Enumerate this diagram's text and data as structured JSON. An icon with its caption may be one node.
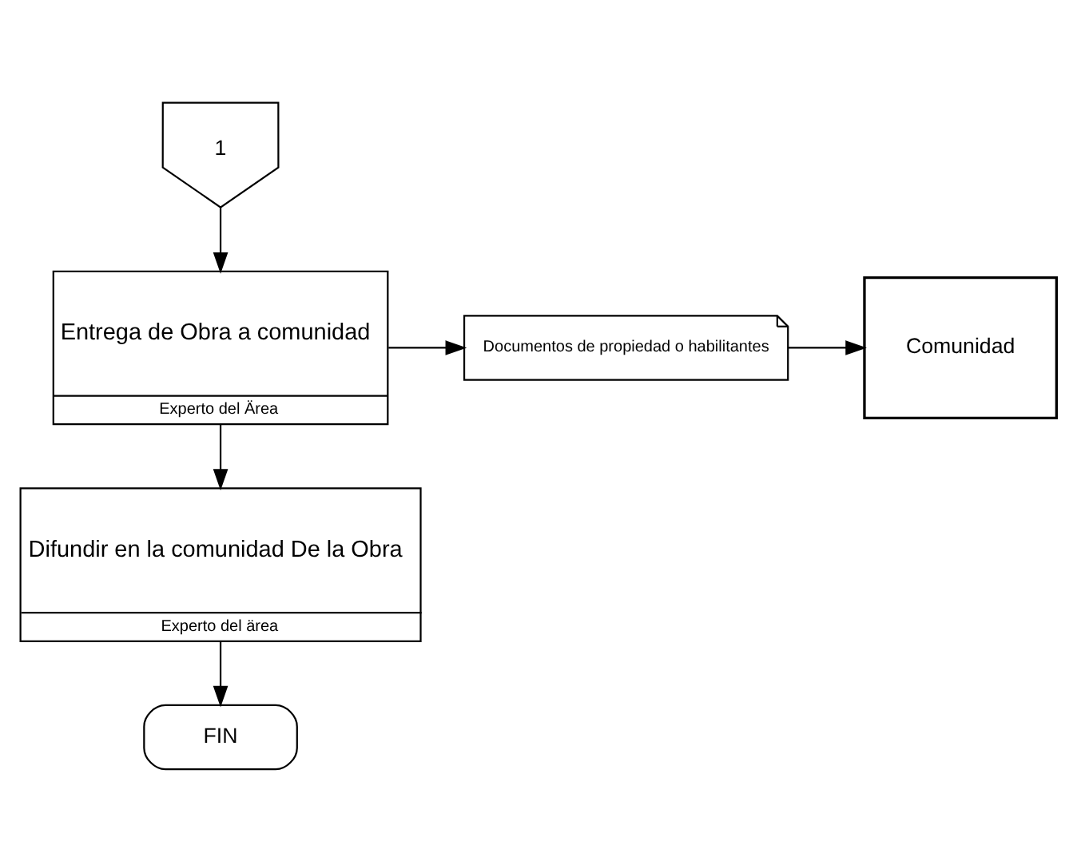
{
  "diagram": {
    "nodes": [
      {
        "text": [
          "1"
        ]
      },
      {
        "text": [
          "Entrega de Obra a comunidad",
          "Experto del Ärea"
        ]
      },
      {
        "text": [
          "Documentos de propiedad o habilitantes"
        ]
      },
      {
        "text": [
          "Comunidad"
        ]
      },
      {
        "text": [
          "Difundir en la comunidad De la Obra",
          "Experto del ärea"
        ]
      },
      {
        "text": [
          "FIN"
        ]
      }
    ],
    "edges": [
      {
        "from": 0,
        "to": 1,
        "arrow": "to"
      },
      {
        "from": 1,
        "to": 2,
        "arrow": "to"
      },
      {
        "from": 2,
        "to": 3,
        "arrow": "to"
      },
      {
        "from": 1,
        "to": 4,
        "arrow": "to"
      },
      {
        "from": 4,
        "to": 5,
        "arrow": "to"
      }
    ]
  }
}
